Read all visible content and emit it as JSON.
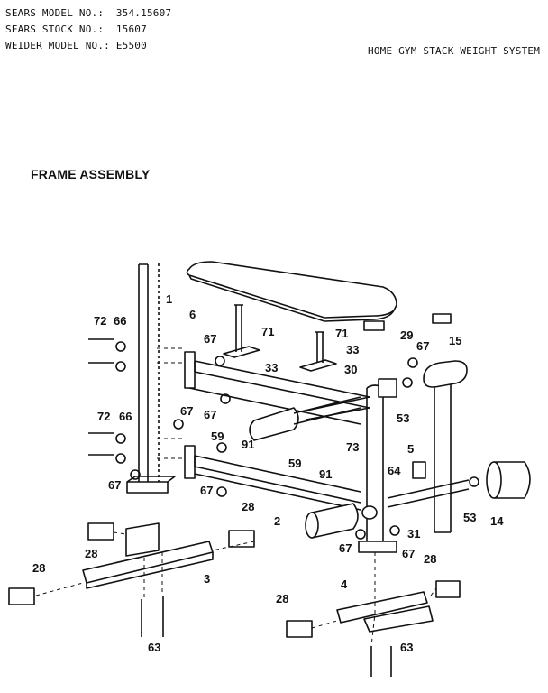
{
  "header": {
    "model_label": "SEARS MODEL NO.:",
    "model_value": "354.15607",
    "stock_label": "SEARS STOCK NO.:",
    "stock_value": "15607",
    "weider_label": "WEIDER MODEL NO.:",
    "weider_value": "E5500",
    "system_title": "HOME GYM STACK WEIGHT SYSTEM"
  },
  "section_title": "FRAME ASSEMBLY",
  "callouts": [
    {
      "id": "c1",
      "text": "1"
    },
    {
      "id": "c6",
      "text": "6"
    },
    {
      "id": "c71a",
      "text": "71"
    },
    {
      "id": "c71b",
      "text": "71"
    },
    {
      "id": "c29",
      "text": "29"
    },
    {
      "id": "c72a",
      "text": "72"
    },
    {
      "id": "c66a",
      "text": "66"
    },
    {
      "id": "c67a",
      "text": "67"
    },
    {
      "id": "c33a",
      "text": "33"
    },
    {
      "id": "c33b",
      "text": "33"
    },
    {
      "id": "c67b",
      "text": "67"
    },
    {
      "id": "c15",
      "text": "15"
    },
    {
      "id": "c30",
      "text": "30"
    },
    {
      "id": "c67c",
      "text": "67"
    },
    {
      "id": "c53a",
      "text": "53"
    },
    {
      "id": "c67d",
      "text": "67"
    },
    {
      "id": "c72b",
      "text": "72"
    },
    {
      "id": "c66b",
      "text": "66"
    },
    {
      "id": "c59a",
      "text": "59"
    },
    {
      "id": "c91a",
      "text": "91"
    },
    {
      "id": "c73",
      "text": "73"
    },
    {
      "id": "c5",
      "text": "5"
    },
    {
      "id": "c67e",
      "text": "67"
    },
    {
      "id": "c59b",
      "text": "59"
    },
    {
      "id": "c91b",
      "text": "91"
    },
    {
      "id": "c64",
      "text": "64"
    },
    {
      "id": "c67f",
      "text": "67"
    },
    {
      "id": "c2",
      "text": "2"
    },
    {
      "id": "c28a",
      "text": "28"
    },
    {
      "id": "c31",
      "text": "31"
    },
    {
      "id": "c53b",
      "text": "53"
    },
    {
      "id": "c14",
      "text": "14"
    },
    {
      "id": "c28b",
      "text": "28"
    },
    {
      "id": "c67g",
      "text": "67"
    },
    {
      "id": "c67h",
      "text": "67"
    },
    {
      "id": "c28c",
      "text": "28"
    },
    {
      "id": "c3",
      "text": "3"
    },
    {
      "id": "c28d",
      "text": "28"
    },
    {
      "id": "c4",
      "text": "4"
    },
    {
      "id": "c28e",
      "text": "28"
    },
    {
      "id": "c63a",
      "text": "63"
    },
    {
      "id": "c63b",
      "text": "63"
    }
  ]
}
